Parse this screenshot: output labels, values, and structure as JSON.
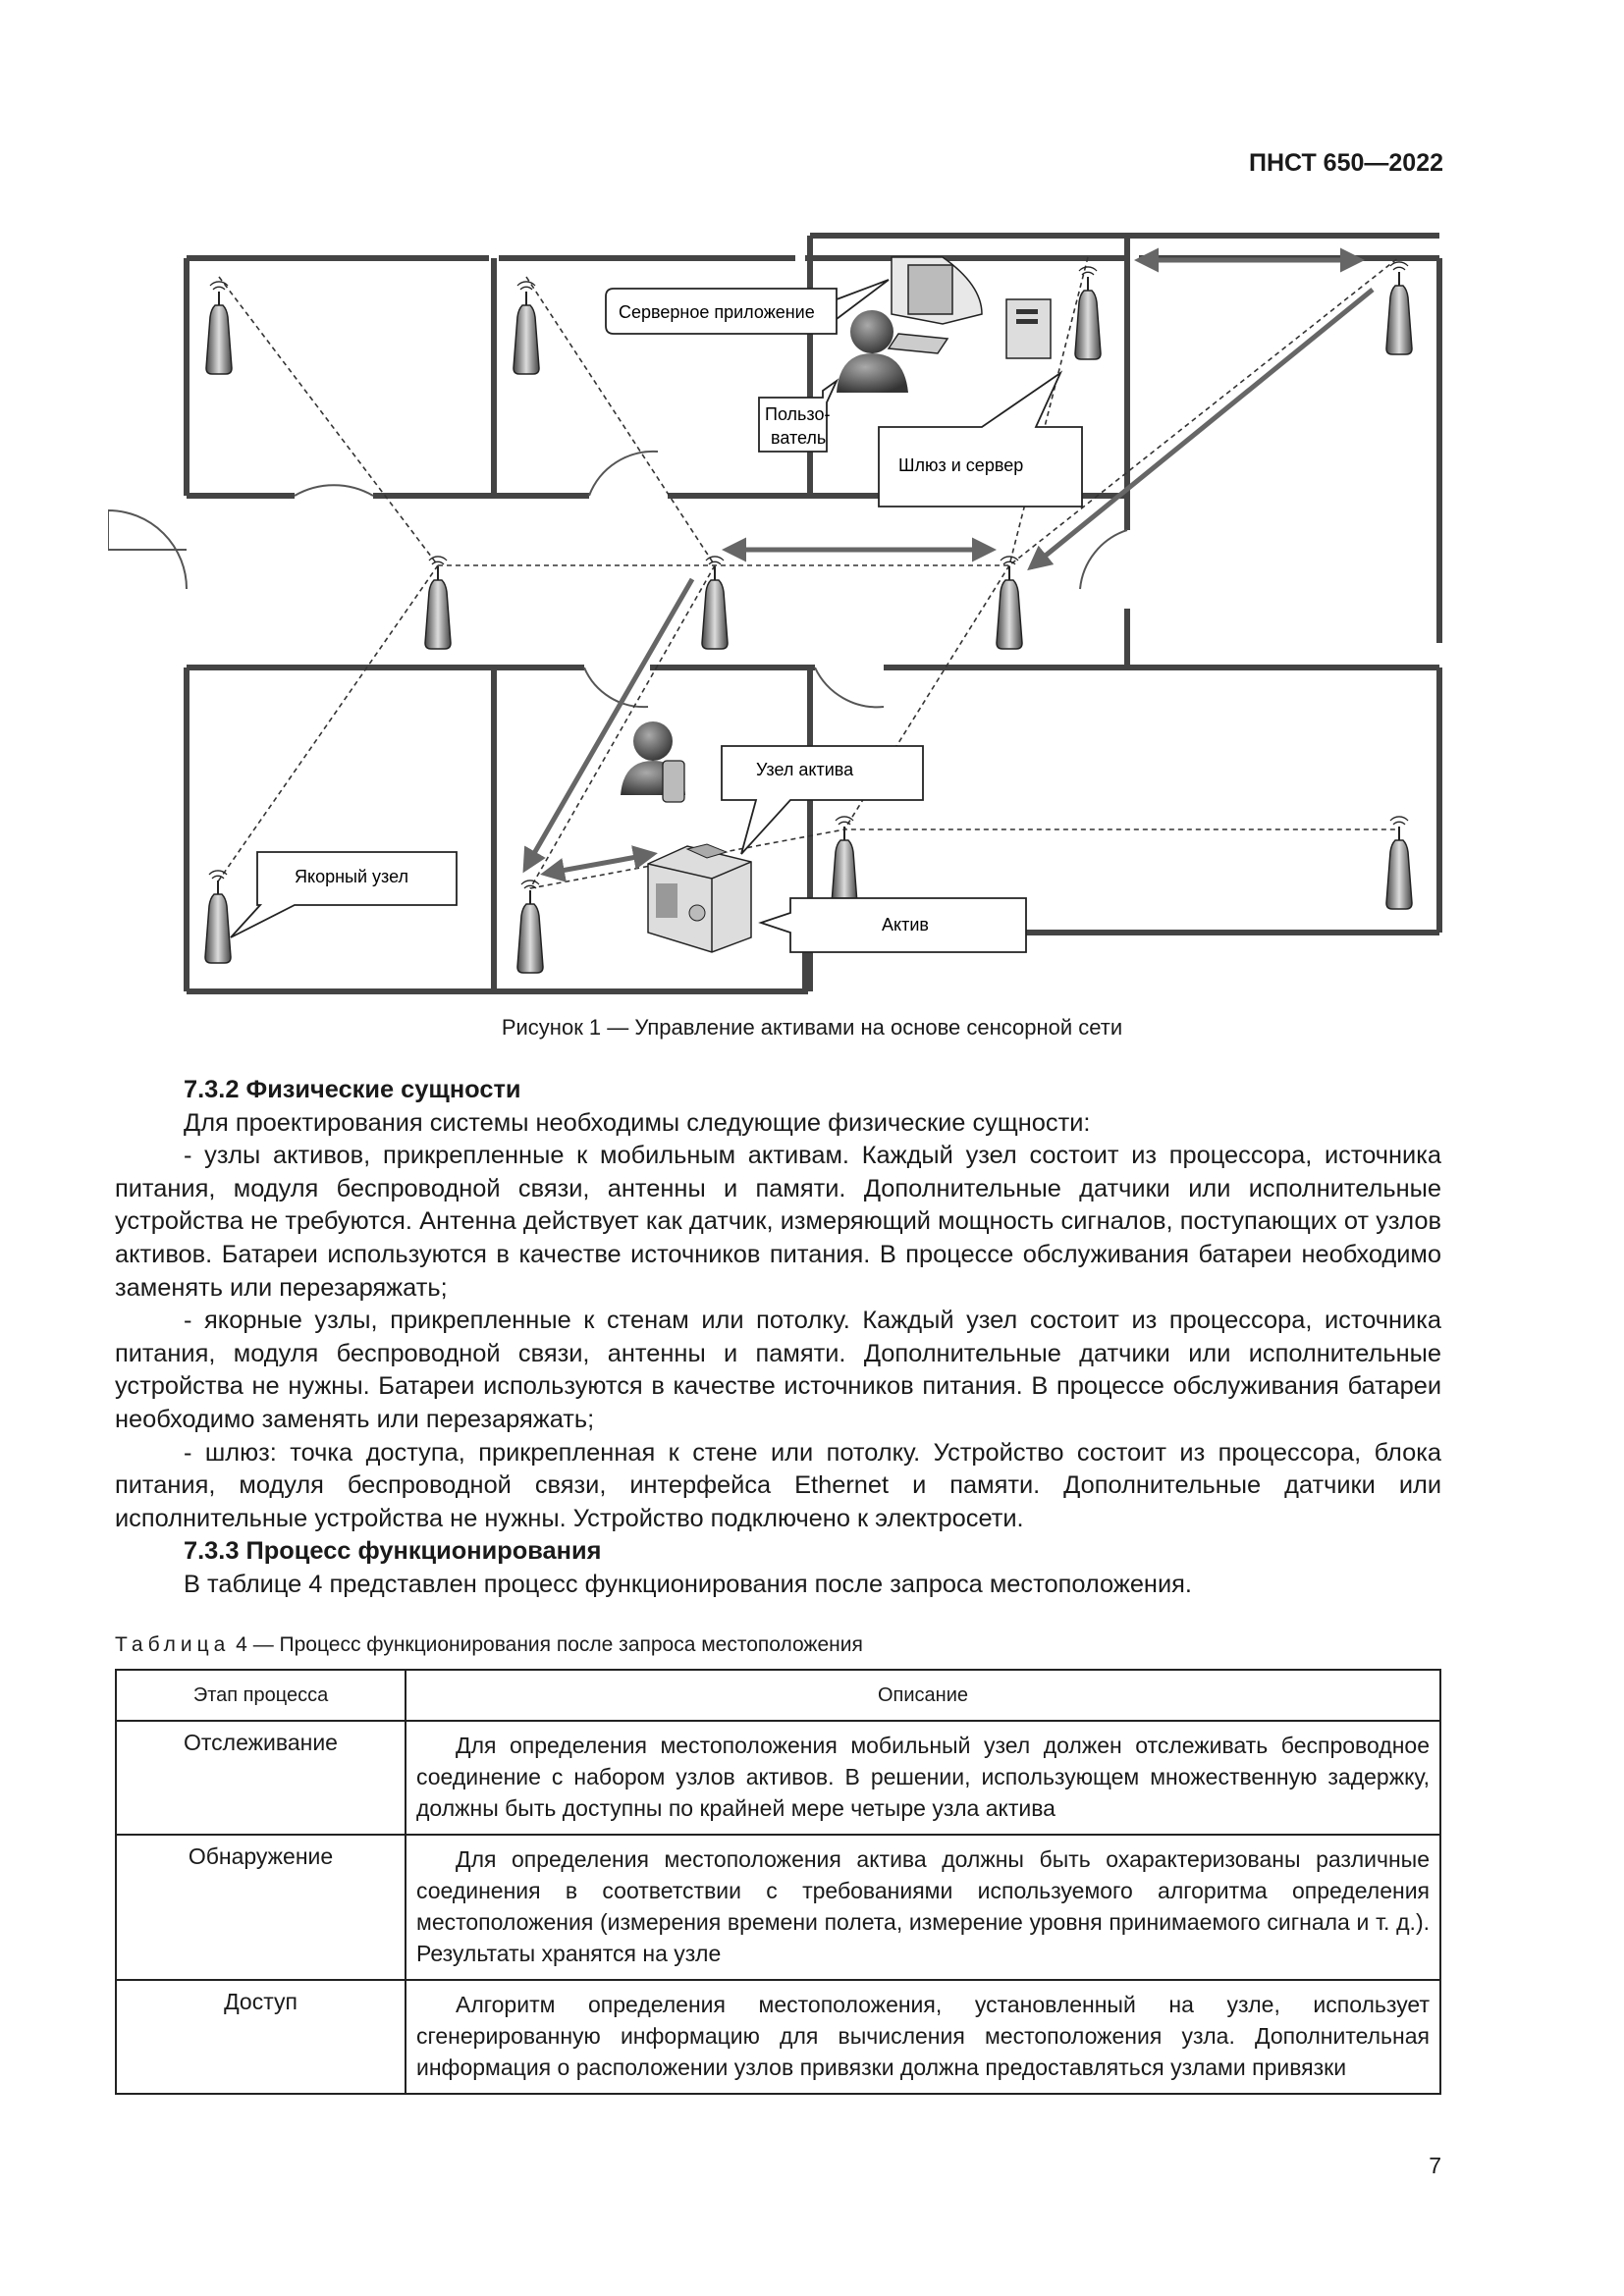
{
  "header": {
    "doc_id": "ПНСТ 650—2022"
  },
  "figure": {
    "labels": {
      "server_app": "Серверное приложение",
      "user_line1": "Пользо-",
      "user_line2": "ватель",
      "gateway_server": "Шлюз и сервер",
      "asset_node": "Узел актива",
      "anchor_node": "Якорный узел",
      "asset": "Актив"
    },
    "caption": "Рисунок 1 — Управление активами на основе сенсорной сети"
  },
  "section_732": {
    "heading": "7.3.2  Физические сущности",
    "intro": "Для проектирования системы необходимы следующие физические сущности:",
    "items": [
      "- узлы активов, прикрепленные к мобильным активам. Каждый узел состоит из процессора, источника питания, модуля беспроводной связи, антенны и памяти. Дополнительные датчики или исполнительные устройства не требуются. Антенна действует как датчик, измеряющий мощность сигна­лов, поступающих от узлов активов. Батареи используются в качестве источников питания. В процессе обслуживания батареи необходимо заменять или перезаряжать;",
      "- якорные узлы, прикрепленные к стенам или потолку. Каждый узел состоит из процессора, источника питания, модуля беспроводной связи, антенны и памяти. Дополнительные датчики или исполнительные устройства не нужны. Батареи используются в качестве источников питания. В процессе обслуживания батареи необходимо заменять или перезаряжать;",
      "- шлюз: точка доступа, прикрепленная к стене или потолку. Устройство состоит из процессора, блока питания, модуля беспроводной связи, интерфейса Ethernet и памяти. Дополнительные датчики или исполнительные устройства не нужны. Устройство подключено к электросети."
    ]
  },
  "section_733": {
    "heading": "7.3.3  Процесс функционирования",
    "intro": "В таблице 4 представлен процесс функционирования после запроса местоположения."
  },
  "table": {
    "caption_word": "Таблица",
    "caption_rest": " 4 — Процесс функционирования после запроса местоположения",
    "headers": [
      "Этап процесса",
      "Описание"
    ],
    "rows": [
      {
        "stage": "Отслеживание",
        "desc": "Для определения местоположения мобильный узел должен отслеживать беспроводное соединение с набором узлов активов. В решении, использующем множественную задержку, должны быть доступны по крайней мере четыре узла актива"
      },
      {
        "stage": "Обнаружение",
        "desc": "Для определения местоположения актива должны быть охарактеризованы различные соединения в соответствии с требованиями используемого алгоритма определения местоположения (измерения времени полета, измерение уровня принимаемого сигнала и т. д.). Результаты хранятся на узле"
      },
      {
        "stage": "Доступ",
        "desc": "Алгоритм определения местоположения, установленный на узле, использует сгенерированную информацию для вычисления местоположения узла. Дополнительная информация о расположении узлов привязки должна предоставляться узлами привязки"
      }
    ]
  },
  "page_number": "7"
}
